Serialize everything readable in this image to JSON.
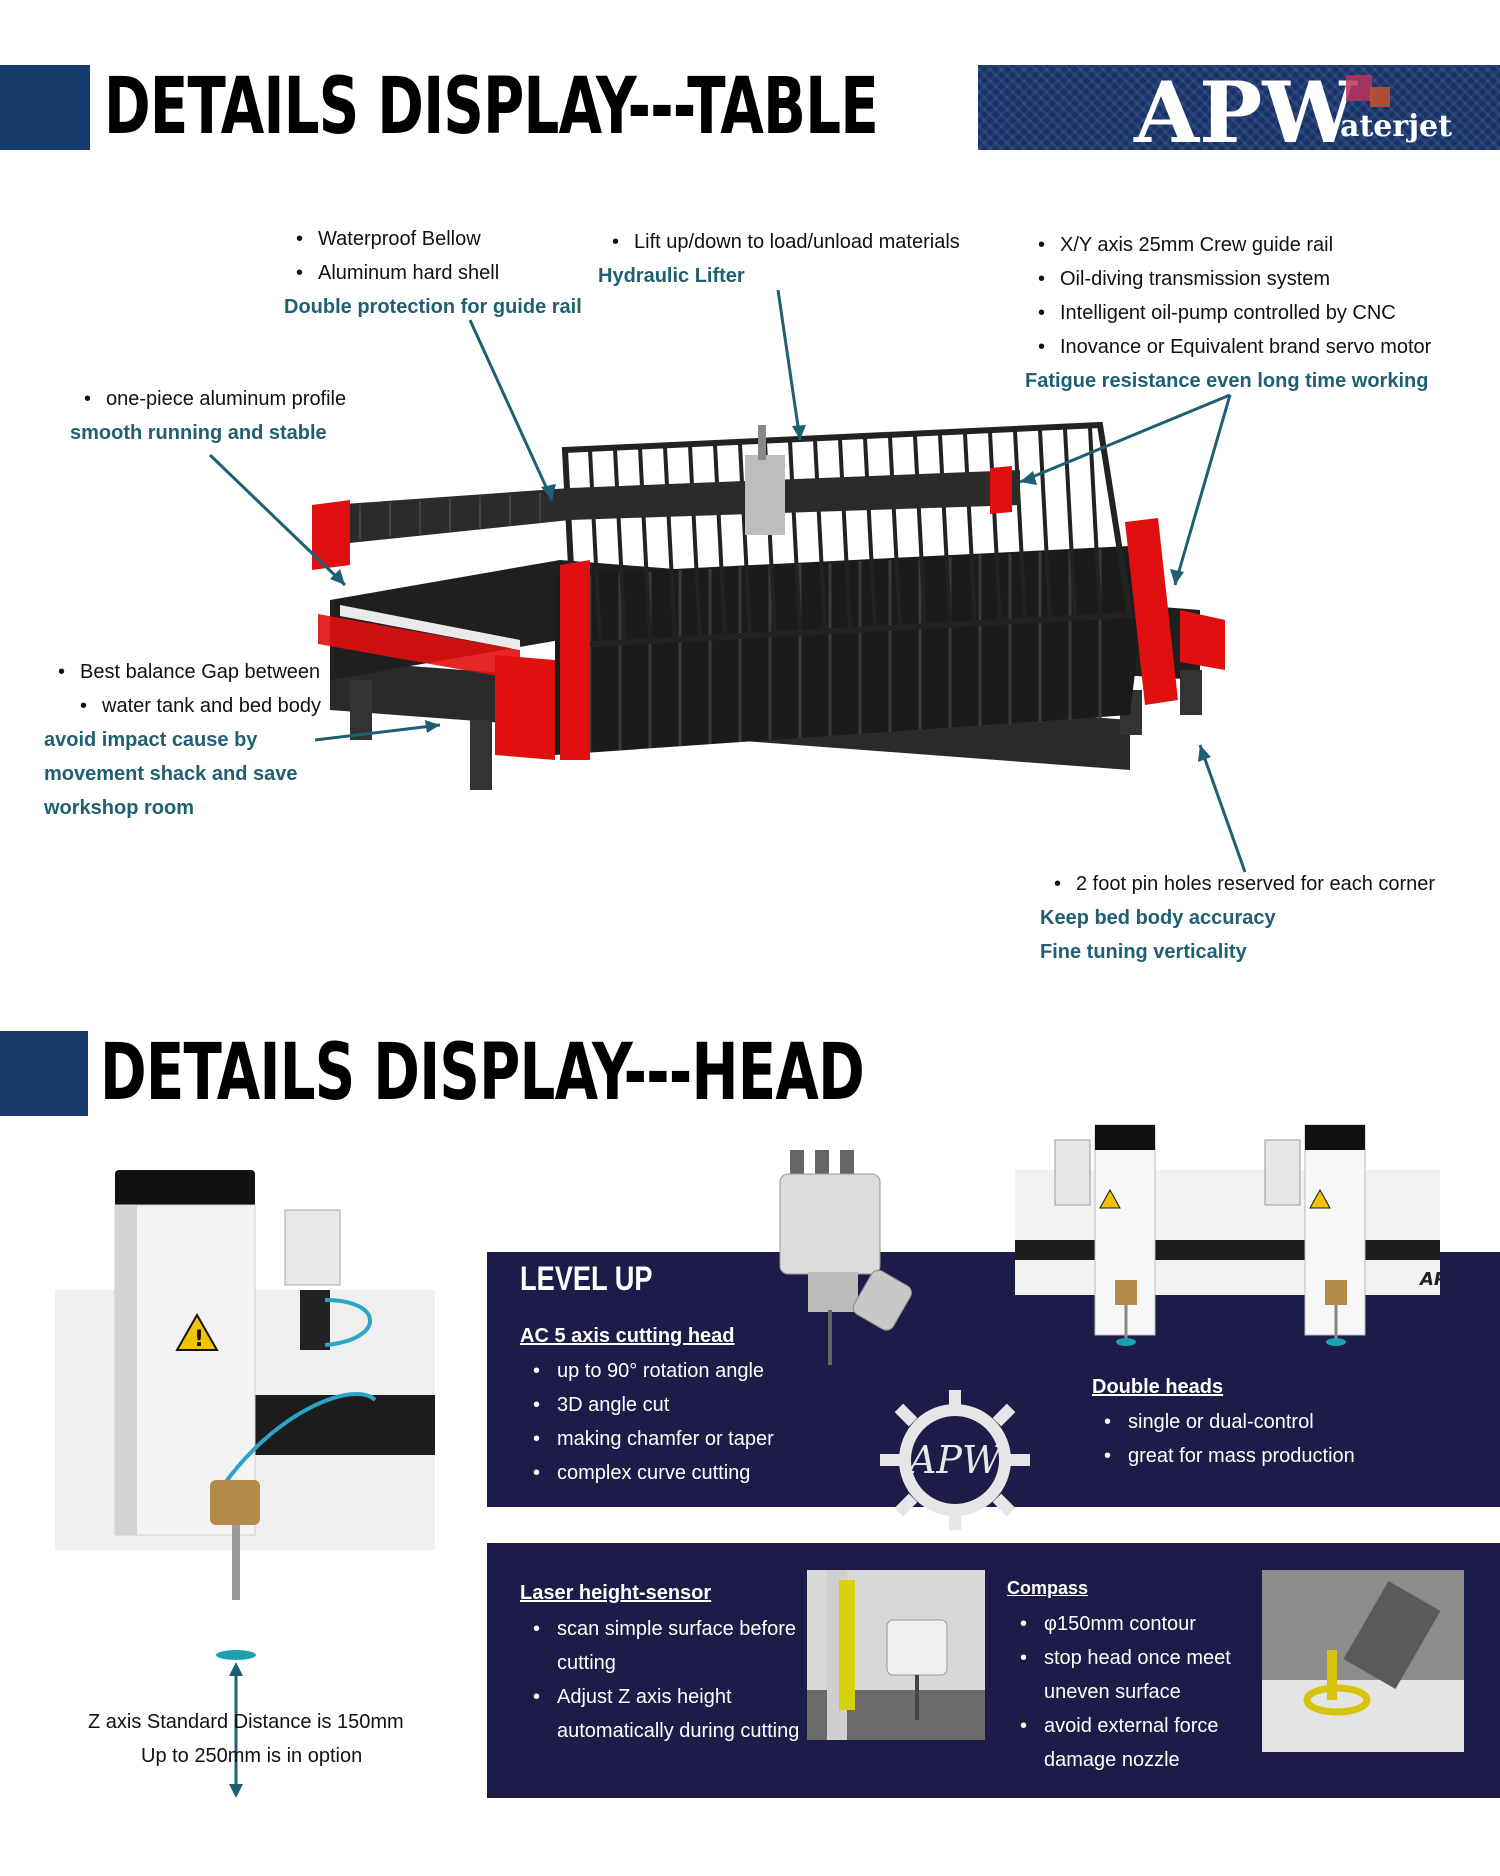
{
  "table_section": {
    "title": "DETAILS DISPLAY---TABLE",
    "logo": {
      "main": "APW",
      "sub": "aterjet"
    },
    "callouts": {
      "bellow": {
        "bullets": [
          "Waterproof Bellow",
          "Aluminum hard shell"
        ],
        "highlight": "Double protection for guide rail"
      },
      "lifter": {
        "bullets": [
          "Lift up/down to load/unload materials"
        ],
        "highlight": "Hydraulic Lifter"
      },
      "rail": {
        "bullets": [
          "X/Y axis 25mm Crew guide rail",
          "Oil-diving transmission system",
          "Intelligent oil-pump controlled by CNC",
          "Inovance or Equivalent brand servo motor"
        ],
        "highlight": "Fatigue resistance even long time working"
      },
      "profile": {
        "bullets": [
          "one-piece aluminum profile"
        ],
        "highlight": "smooth running and stable"
      },
      "gap": {
        "bullet_line1": "Best balance Gap between",
        "bullet_line2": "water tank and bed body",
        "highlight_lines": [
          "avoid impact cause by",
          "movement shack and save",
          "workshop room"
        ]
      },
      "pins": {
        "bullets": [
          "2 foot pin holes reserved for each corner"
        ],
        "highlight_lines": [
          "Keep bed body accuracy",
          "Fine tuning verticality"
        ]
      }
    }
  },
  "head_section": {
    "title": "DETAILS DISPLAY---HEAD",
    "z_caption": {
      "line1": "Z axis Standard Distance is 150mm",
      "line2": "Up to 250mm is in option"
    },
    "level_up": {
      "title": "LEVEL UP",
      "ac_head": {
        "heading": "AC 5 axis cutting head",
        "bullets": [
          "up to 90° rotation angle",
          "3D angle cut",
          "making chamfer or taper",
          "complex curve cutting"
        ]
      },
      "emblem": "APW",
      "double_heads": {
        "heading": "Double heads",
        "bullets": [
          "single or dual-control",
          "great for mass production"
        ],
        "label": "AP"
      }
    },
    "sensor_panel": {
      "laser": {
        "heading": "Laser height-sensor",
        "items": [
          [
            "scan simple surface before",
            "cutting"
          ],
          [
            "Adjust Z axis height",
            "automatically during cutting"
          ]
        ]
      },
      "compass": {
        "heading": "Compass",
        "items": [
          [
            "φ150mm contour"
          ],
          [
            "stop head once meet",
            "uneven surface"
          ],
          [
            "avoid external force",
            "damage nozzle"
          ]
        ]
      }
    }
  },
  "colors": {
    "navy": "#163a6b",
    "teal": "#1f5f73",
    "panel": "#1d1b47",
    "red": "#e01010"
  }
}
